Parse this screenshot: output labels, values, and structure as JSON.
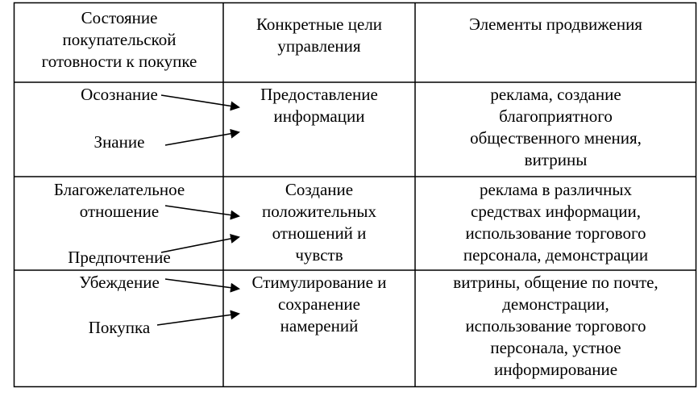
{
  "header": {
    "col1": [
      "Состояние",
      "покупательской",
      "готовности к покупке"
    ],
    "col2": [
      "Конкретные цели",
      "управления"
    ],
    "col3": [
      "Элементы продвижения"
    ]
  },
  "rows": [
    {
      "state_top": "Осознание",
      "state_bottom": "Знание",
      "goal": [
        "Предоставление",
        "информации"
      ],
      "elements": [
        "реклама, создание",
        "благоприятного",
        "общественного мнения,",
        "витрины"
      ]
    },
    {
      "state_top": [
        "Благожелательное",
        "отношение"
      ],
      "state_bottom": "Предпочтение",
      "goal": [
        "Создание",
        "положительных",
        "отношений и",
        "чувств"
      ],
      "elements": [
        "реклама в различных",
        "средствах информации,",
        "использование торгового",
        "персонала, демонстрации"
      ]
    },
    {
      "state_top": "Убеждение",
      "state_bottom": "Покупка",
      "goal": [
        "Стимулирование и",
        "сохранение",
        "намерений"
      ],
      "elements": [
        "витрины, общение по почте,",
        "демонстрации,",
        "использование торгового",
        "персонала, устное",
        "информирование"
      ]
    }
  ]
}
